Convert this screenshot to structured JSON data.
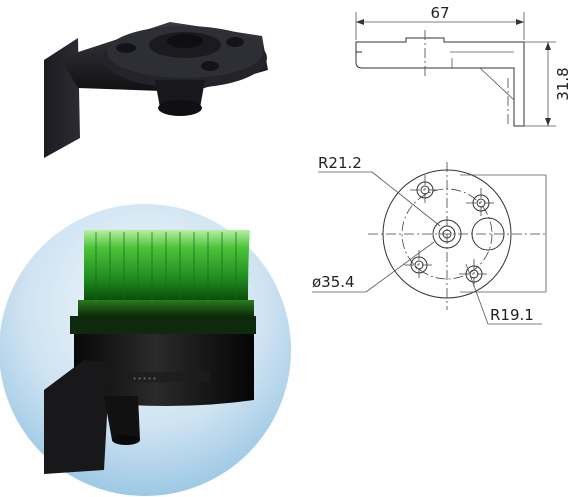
{
  "drawing": {
    "side_view": {
      "width_label": "67",
      "height_label": "31.8"
    },
    "top_view": {
      "outer_radius_label": "R21.2",
      "diameter_label": "ø35.4",
      "hole_radius_label": "R19.1"
    }
  },
  "colors": {
    "bracket": "#1a1a1e",
    "lamp_green": "#2fa12f",
    "lamp_base": "#111111",
    "sky_gradient_top": "#dbe9f3",
    "sky_gradient_bottom": "#9fc8e6"
  },
  "photos": {
    "bracket_photo_icon": "mounting-bracket-icon",
    "lamp_photo_icon": "green-beacon-lamp-icon"
  }
}
